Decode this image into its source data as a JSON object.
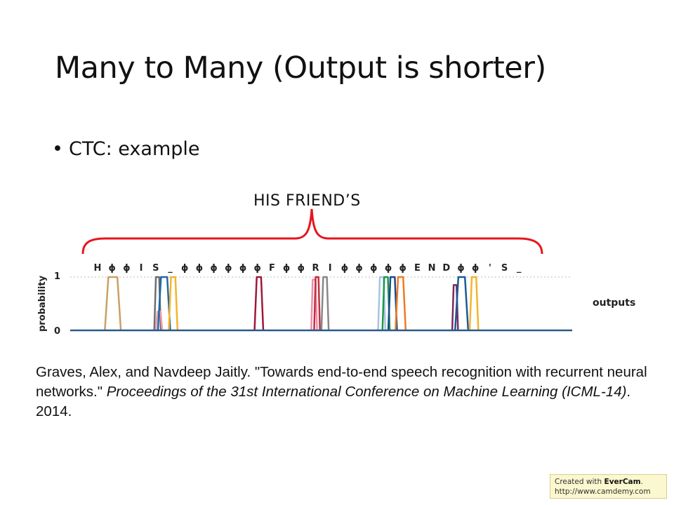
{
  "slide": {
    "title": "Many to Many (Output is shorter)",
    "bullet": "CTC: example",
    "brace_label": "HIS FRIEND’S"
  },
  "citation": {
    "plain_start": "Graves, Alex, and Navdeep Jaitly. \"Towards end-to-end speech recognition with recurrent neural networks.\" ",
    "italic": "Proceedings of the 31st International Conference on Machine Learning (ICML-14)",
    "plain_end": ". 2014."
  },
  "watermark": {
    "prefix": "Created with ",
    "brand": "EverCam",
    "suffix": ".",
    "url": "http://www.camdemy.com"
  },
  "colors": {
    "brace": "#e8141c",
    "axis": "#2a5a8a",
    "dotted_guide": "#bbbbbb"
  },
  "chart_data": {
    "type": "line",
    "ylabel": "probability",
    "ylim": [
      0,
      1
    ],
    "yticks": [
      "0",
      "1"
    ],
    "side_label": "outputs",
    "tokens": [
      "H",
      "ϕ",
      "ϕ",
      "I",
      "S",
      "_",
      "ϕ",
      "ϕ",
      "ϕ",
      "ϕ",
      "ϕ",
      "ϕ",
      "F",
      "ϕ",
      "ϕ",
      "R",
      "I",
      "ϕ",
      "ϕ",
      "ϕ",
      "ϕ",
      "ϕ",
      "E",
      "N",
      "D",
      "ϕ",
      "ϕ",
      "'",
      "S",
      "_"
    ],
    "series": [
      {
        "label": "H",
        "color": "#c8a068",
        "start": 0.5,
        "end": 1.6,
        "peak": 1.0
      },
      {
        "label": "I",
        "color": "#6e6e6e",
        "start": 3.9,
        "end": 4.35,
        "peak": 1.0
      },
      {
        "label": "I",
        "color": "#f0a0b0",
        "start": 4.0,
        "end": 4.45,
        "peak": 0.35
      },
      {
        "label": "S",
        "color": "#2268a8",
        "start": 4.15,
        "end": 5.0,
        "peak": 1.0
      },
      {
        "label": "_",
        "color": "#f4b42c",
        "start": 4.9,
        "end": 5.5,
        "peak": 1.0
      },
      {
        "label": "F",
        "color": "#a01838",
        "start": 10.8,
        "end": 11.4,
        "peak": 1.0
      },
      {
        "label": "R",
        "color": "#ee8ea8",
        "start": 14.7,
        "end": 15.1,
        "peak": 0.95
      },
      {
        "label": "R",
        "color": "#c03040",
        "start": 14.9,
        "end": 15.3,
        "peak": 1.0
      },
      {
        "label": "I",
        "color": "#888888",
        "start": 15.4,
        "end": 15.9,
        "peak": 1.0
      },
      {
        "label": "E",
        "color": "#a8c4e0",
        "start": 19.3,
        "end": 19.8,
        "peak": 1.0
      },
      {
        "label": "E",
        "color": "#1a9a4a",
        "start": 19.6,
        "end": 20.1,
        "peak": 1.0
      },
      {
        "label": "N",
        "color": "#1a4a88",
        "start": 20.0,
        "end": 20.6,
        "peak": 1.0
      },
      {
        "label": "D",
        "color": "#f07a20",
        "start": 20.5,
        "end": 21.2,
        "peak": 1.0
      },
      {
        "label": "'",
        "color": "#7a2a5a",
        "start": 24.4,
        "end": 24.8,
        "peak": 0.85
      },
      {
        "label": "S",
        "color": "#1a5a9a",
        "start": 24.6,
        "end": 25.5,
        "peak": 1.0
      },
      {
        "label": "_",
        "color": "#f4b42c",
        "start": 25.6,
        "end": 26.2,
        "peak": 1.0
      }
    ]
  }
}
